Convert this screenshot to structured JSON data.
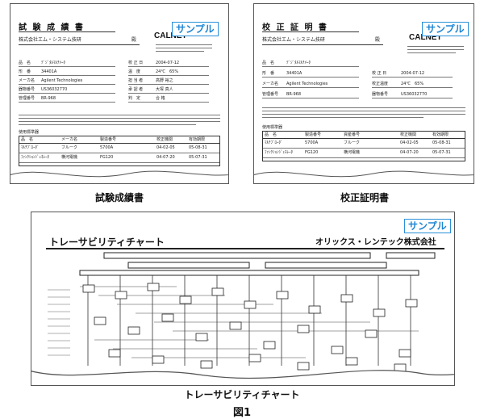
{
  "doc1": {
    "title": "試 験 成 績 書",
    "stamp": "サンプル",
    "logo": "CALNET",
    "recipient": "株式会社エム・システム技研",
    "honorific": "殿",
    "fields": [
      {
        "label": "品　名",
        "value": "ﾃﾞｼﾞﾀﾙﾏﾙﾁﾒｰﾀ"
      },
      {
        "label": "形　番",
        "value": "34401A"
      },
      {
        "label": "メーカ名",
        "value": "Agilent Technologies"
      },
      {
        "label": "器物番号",
        "value": "US36032770"
      },
      {
        "label": "管理番号",
        "value": "BR-968"
      }
    ],
    "right_fields": [
      {
        "label": "校 正 日",
        "value": "2004-07-12"
      },
      {
        "label": "温　度",
        "value": "24℃　65%"
      },
      {
        "label": "担 当 者",
        "value": "高野 裕之"
      },
      {
        "label": "承 認 者",
        "value": "大塚 真人"
      },
      {
        "label": "判　定",
        "value": "合 格"
      }
    ],
    "section": "使用標準器",
    "table_head": [
      "品　名",
      "メーカ名",
      "製造番号",
      "校正機関",
      "有効期限"
    ],
    "table_rows": [
      [
        "ﾏﾙﾁﾌﾞﾛｰﾀﾞ",
        "フルーク",
        "5700A",
        "04-02-05",
        "05-08-31"
      ],
      [
        "ﾌｧﾝｸｼｮﾝｼﾞｪﾈﾚｰﾀ",
        "横河電機",
        "FG120",
        "04-07-20",
        "05-07-31"
      ]
    ]
  },
  "doc2": {
    "title": "校 正 証 明 書",
    "stamp": "サンプル",
    "logo": "CALNET",
    "recipient": "株式会社エム・システム技研",
    "honorific": "殿",
    "fields": [
      {
        "label": "品　名",
        "value": "ﾃﾞｼﾞﾀﾙﾏﾙﾁﾒｰﾀ"
      },
      {
        "label": "形　番",
        "value": "34401A"
      },
      {
        "label": "メーカ名",
        "value": "Agilent Technologies"
      },
      {
        "label": "管理番号",
        "value": "BR-968"
      }
    ],
    "right_fields": [
      {
        "label": "校 正 日",
        "value": "2004-07-12"
      },
      {
        "label": "校正温度",
        "value": "24℃　65%"
      },
      {
        "label": "器物番号",
        "value": "US36032770"
      }
    ],
    "section": "使用標準器",
    "table_head": [
      "品　名",
      "製造番号",
      "資産番号",
      "校正機関",
      "有効期限"
    ],
    "table_rows": [
      [
        "ﾏﾙﾁﾌﾞﾛｰﾀﾞ",
        "5700A",
        "フルーク",
        "04-02-05",
        "05-08-31"
      ],
      [
        "ﾌｧﾝｸｼｮﾝｼﾞｪﾈﾚｰﾀ",
        "FG120",
        "横河電機",
        "04-07-20",
        "05-07-31"
      ]
    ]
  },
  "doc3": {
    "title": "トレーサビリティチャート",
    "stamp": "サンプル",
    "company": "オリックス・レンテック株式会社"
  },
  "captions": {
    "doc1": "試験成績書",
    "doc2": "校正証明書",
    "doc3": "トレーサビリティチャート",
    "figure": "図1"
  }
}
